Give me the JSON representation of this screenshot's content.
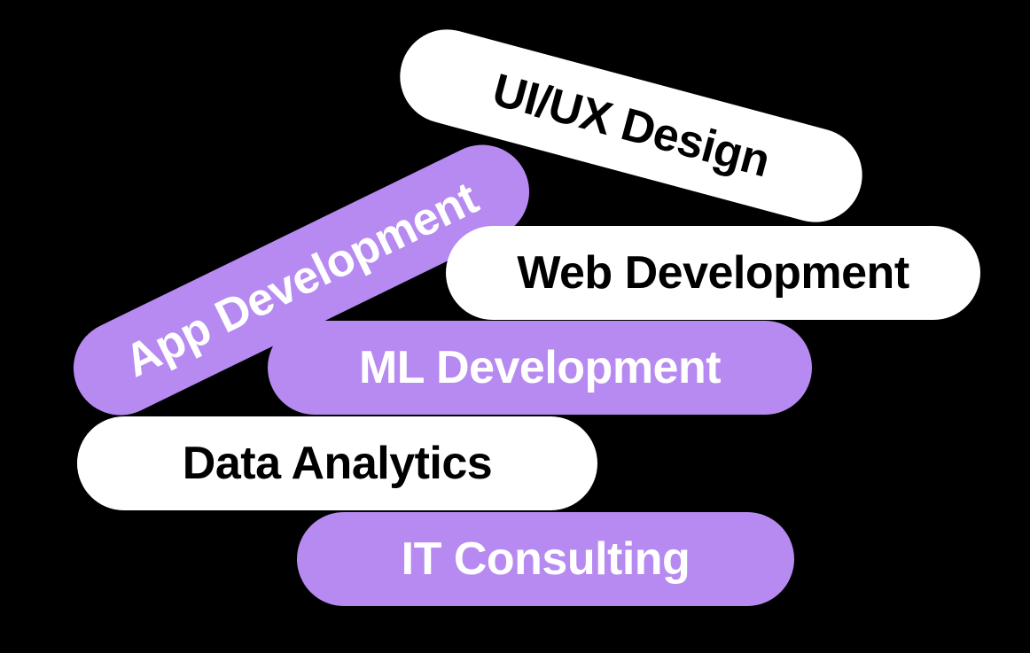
{
  "colors": {
    "background": "#000000",
    "white_pill": "#ffffff",
    "purple_pill": "#b68af0"
  },
  "tags": [
    {
      "label": "UI/UX Design",
      "style": "white"
    },
    {
      "label": "App Development",
      "style": "purple"
    },
    {
      "label": "Web Development",
      "style": "white"
    },
    {
      "label": "ML Development",
      "style": "purple"
    },
    {
      "label": "Data Analytics",
      "style": "white"
    },
    {
      "label": "IT Consulting",
      "style": "purple"
    }
  ]
}
